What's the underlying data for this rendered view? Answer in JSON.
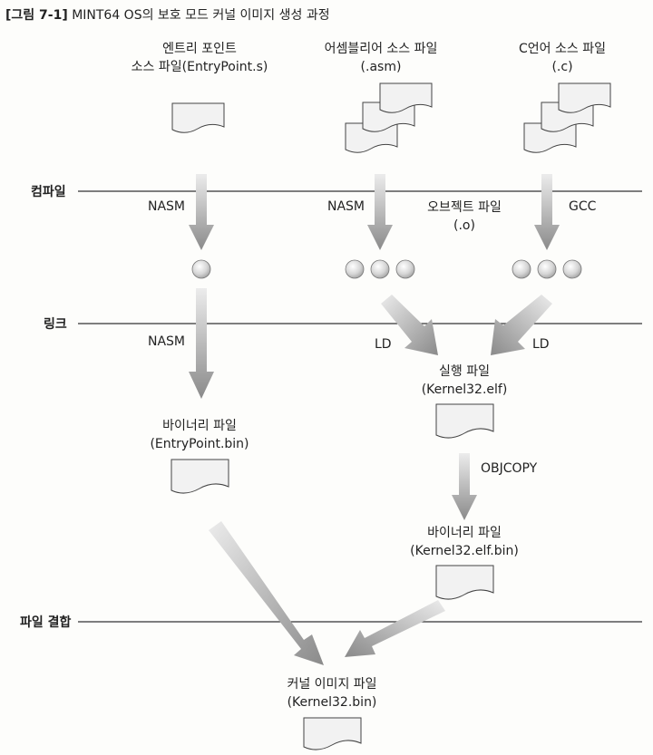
{
  "caption": {
    "number": "[그림 7-1]",
    "title": "MINT64 OS의 보호 모드 커널 이미지 생성 과정"
  },
  "stages": {
    "compile": "컴파일",
    "link": "링크",
    "combine": "파일 결합"
  },
  "sources": {
    "entry_line1": "엔트리 포인트",
    "entry_line2": "소스 파일(EntryPoint.s)",
    "asm_line1": "어셈블리어 소스 파일",
    "asm_line2": "(.asm)",
    "c_line1": "C언어 소스 파일",
    "c_line2": "(.c)"
  },
  "object_file": {
    "line1": "오브젝트 파일",
    "line2": "(.o)"
  },
  "tools": {
    "nasm_compile_entry": "NASM",
    "nasm_compile_asm": "NASM",
    "gcc_compile": "GCC",
    "nasm_link_entry": "NASM",
    "ld_left": "LD",
    "ld_right": "LD",
    "objcopy": "OBJCOPY"
  },
  "outputs": {
    "elf_line1": "실행 파일",
    "elf_line2": "(Kernel32.elf)",
    "entry_bin_line1": "바이너리 파일",
    "entry_bin_line2": "(EntryPoint.bin)",
    "kernel_bin_line1": "바이너리 파일",
    "kernel_bin_line2": "(Kernel32.elf.bin)",
    "final_line1": "커널 이미지 파일",
    "final_line2": "(Kernel32.bin)"
  },
  "colors": {
    "arrow_light": "#e6e6e6",
    "arrow_dark": "#8c8c8c",
    "doc_fill": "#f2f2f2",
    "line": "#333333"
  }
}
